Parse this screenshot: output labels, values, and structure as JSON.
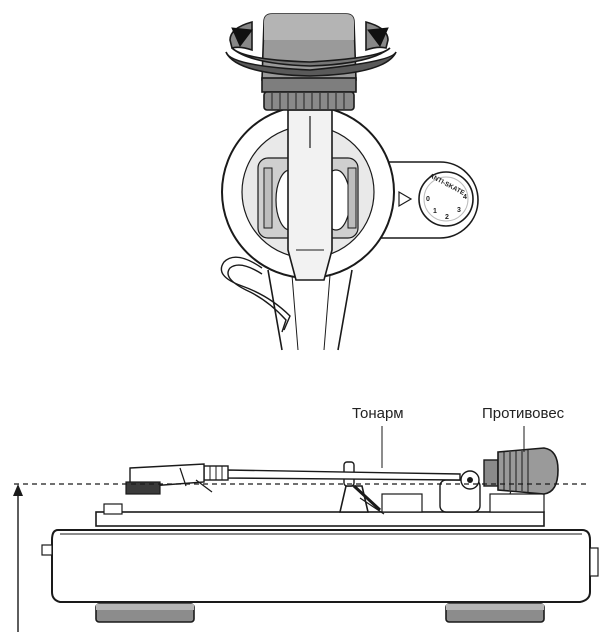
{
  "labels": {
    "tonearm": "Тонарм",
    "counterweight": "Противовес"
  },
  "dial": {
    "title": "ANTI-SKATE",
    "marks": [
      "0",
      "1",
      "2",
      "3",
      "4"
    ]
  }
}
